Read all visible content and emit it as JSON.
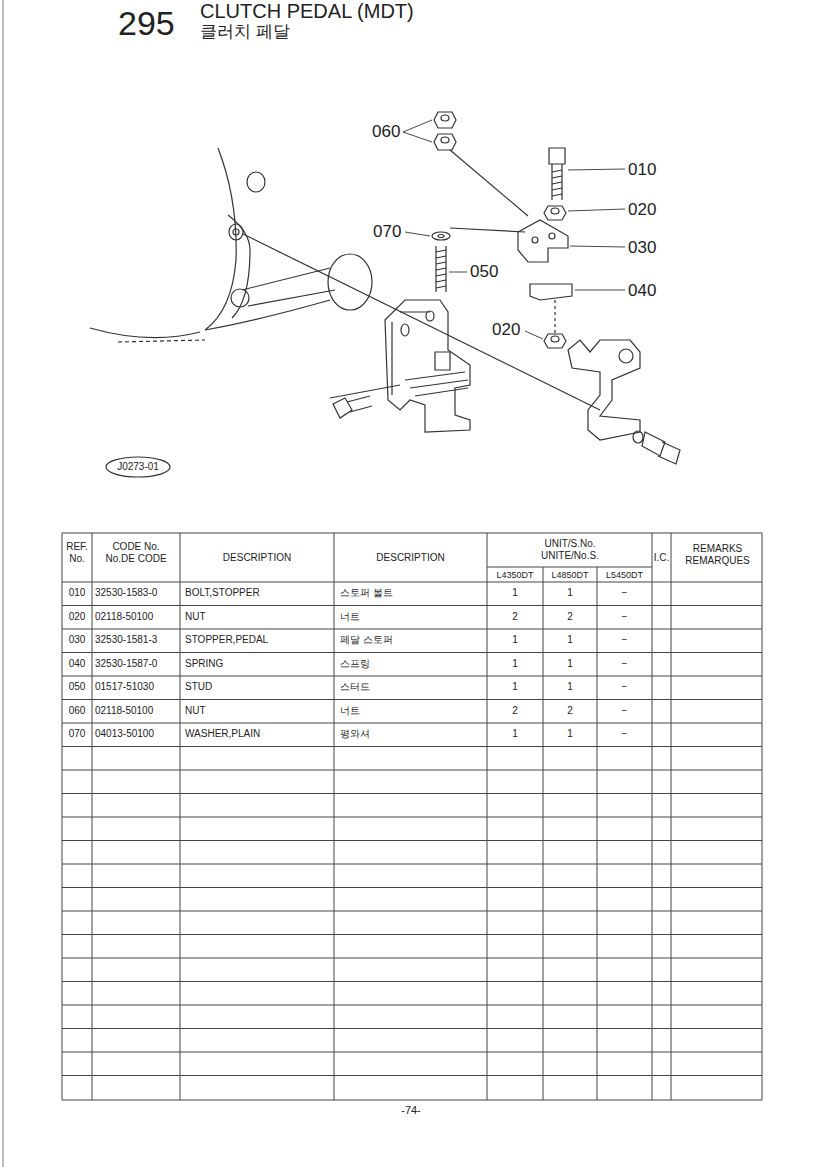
{
  "diagram": {
    "title": "CLUTCH PEDAL (MDT)",
    "labels": [
      "295",
      "클러치 페달",
      "060",
      "010",
      "020",
      "030",
      "040",
      "070",
      "050",
      "020",
      "J0273-01",
      "REF. No.",
      "CODE No. No.DE CODE",
      "DESCRIPTION",
      "DESCRIPTION",
      "UNIT/S.No. UNITE/No.S.",
      "I.C.",
      "REMARKS REMARQUES",
      "L4350DT",
      "L4850DT",
      "L5450DT",
      "010",
      "32530-1583-0",
      "BOLT,STOPPER",
      "스토퍼 볼트",
      "1",
      "1",
      "−",
      "020",
      "02118-50100",
      "NUT",
      "너트",
      "2",
      "2",
      "−",
      "030",
      "32530-1581-3",
      "STOPPER,PEDAL",
      "페달 스토퍼",
      "1",
      "1",
      "−",
      "040",
      "32530-1587-0",
      "SPRING",
      "스프링",
      "1",
      "1",
      "−",
      "050",
      "01517-51030",
      "STUD",
      "스터드",
      "1",
      "1",
      "−",
      "060",
      "02118-50100",
      "NUT",
      "너트",
      "2",
      "2",
      "−",
      "070",
      "04013-50100",
      "WASHER,PLAIN",
      "평와셔",
      "1",
      "1",
      "−",
      "-74-"
    ]
  }
}
